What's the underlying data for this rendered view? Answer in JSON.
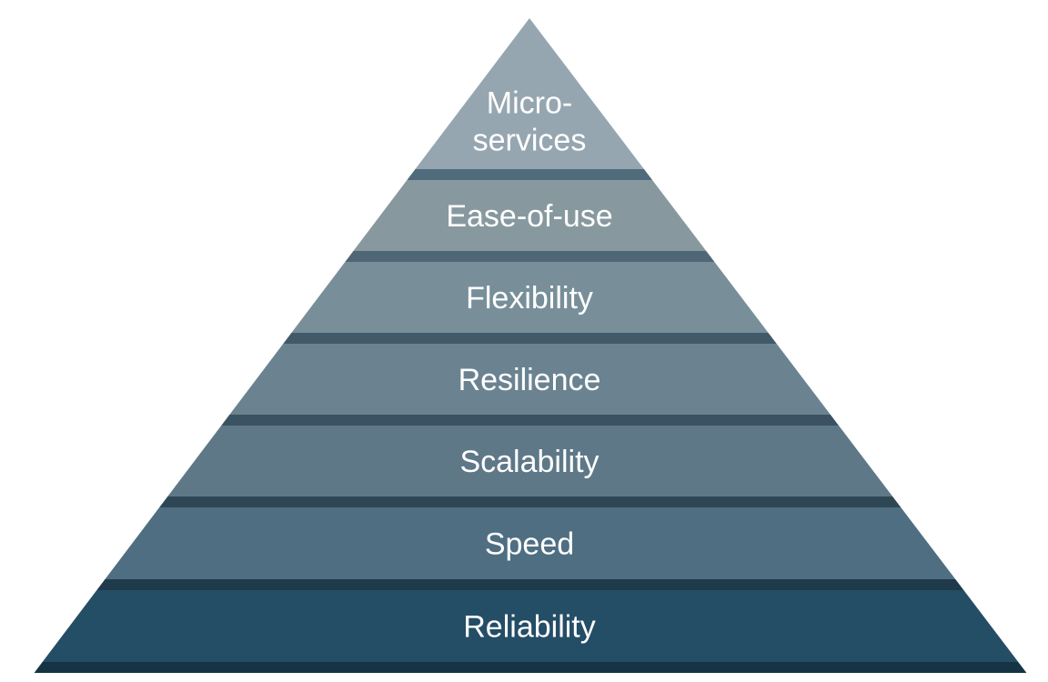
{
  "pyramid": {
    "tiers": [
      {
        "lines": [
          "Micro-",
          "services"
        ],
        "fill": "#96a6b0",
        "band": "#506b7b"
      },
      {
        "lines": [
          "Ease-of-use"
        ],
        "fill": "#87999f",
        "band": "#4e6676"
      },
      {
        "lines": [
          "Flexibility"
        ],
        "fill": "#788f9a",
        "band": "#415a6a"
      },
      {
        "lines": [
          "Resilience"
        ],
        "fill": "#6b8391",
        "band": "#3a5262"
      },
      {
        "lines": [
          "Scalability"
        ],
        "fill": "#5e7888",
        "band": "#2f4755"
      },
      {
        "lines": [
          "Speed"
        ],
        "fill": "#4f6e82",
        "band": "#1f3a4a"
      },
      {
        "lines": [
          "Reliability"
        ],
        "fill": "#244d66",
        "band": "#163344"
      }
    ]
  }
}
